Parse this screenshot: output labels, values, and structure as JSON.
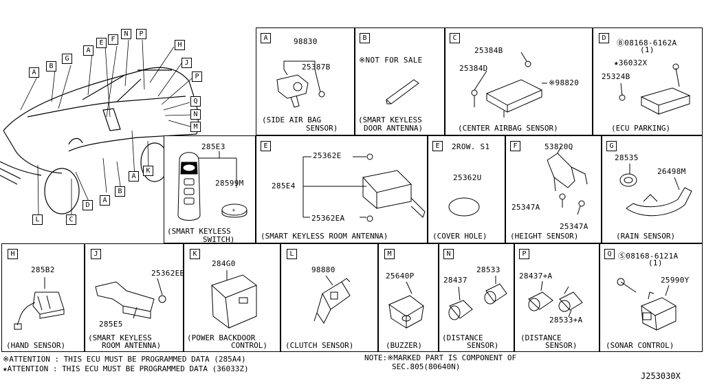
{
  "panels": {
    "A": {
      "letter": "A",
      "parts": [
        "98830",
        "25387B"
      ],
      "caption_l1": "(SIDE AIR BAG",
      "caption_l2": "SENSOR)"
    },
    "B": {
      "letter": "B",
      "note": "※NOT FOR SALE",
      "caption_l1": "(SMART KEYLESS",
      "caption_l2": "DOOR ANTENNA)"
    },
    "C": {
      "letter": "C",
      "parts": [
        "25384B",
        "25384D",
        "※98820"
      ],
      "caption_l1": "(CENTER AIRBAG SENSOR)"
    },
    "D": {
      "letter": "D",
      "parts": [
        "Ⓑ08168-6162A",
        "(1)",
        "★36032X",
        "25324B"
      ],
      "caption_l1": "(ECU PARKING)"
    },
    "KEY": {
      "parts": [
        "285E3",
        "28599M"
      ],
      "caption_l1": "(SMART KEYLESS",
      "caption_l2": "SWITCH)"
    },
    "E": {
      "letter": "E",
      "parts": [
        "25362E",
        "285E4",
        "25362EA"
      ],
      "caption_l1": "(SMART KEYLESS ROOM ANTENNA)"
    },
    "E2": {
      "letter": "E",
      "parts": [
        "2ROW. S1",
        "25362U"
      ],
      "caption_l1": "(COVER HOLE)"
    },
    "F": {
      "letter": "F",
      "parts": [
        "53820Q",
        "25347A",
        "25347A"
      ],
      "caption_l1": "(HEIGHT SENSOR)"
    },
    "G": {
      "letter": "G",
      "parts": [
        "28535",
        "26498M"
      ],
      "caption_l1": "(RAIN SENSOR)"
    },
    "H": {
      "letter": "H",
      "parts": [
        "285B2"
      ],
      "caption_l1": "(HAND SENSOR)"
    },
    "J": {
      "letter": "J",
      "parts": [
        "25362EB",
        "285E5"
      ],
      "caption_l1": "(SMART KEYLESS",
      "caption_l2": "ROOM ANTENNA)"
    },
    "K": {
      "letter": "K",
      "parts": [
        "284G0"
      ],
      "caption_l1": "(POWER BACKDOOR",
      "caption_l2": "CONTROL)"
    },
    "L": {
      "letter": "L",
      "parts": [
        "98880"
      ],
      "caption_l1": "(CLUTCH SENSOR)"
    },
    "M": {
      "letter": "M",
      "parts": [
        "25640P"
      ],
      "caption_l1": "(BUZZER)"
    },
    "N": {
      "letter": "N",
      "parts": [
        "28437",
        "28533"
      ],
      "caption_l1": "(DISTANCE",
      "caption_l2": "SENSOR)"
    },
    "P": {
      "letter": "P",
      "parts": [
        "28437+A",
        "28533+A"
      ],
      "caption_l1": "(DISTANCE",
      "caption_l2": "SENSOR)"
    },
    "Q": {
      "letter": "Q",
      "parts": [
        "Ⓢ08168-6121A",
        "(1)",
        "25990Y"
      ],
      "caption_l1": "(SONAR CONTROL)"
    }
  },
  "car_callouts": [
    "A",
    "B",
    "G",
    "E",
    "F",
    "N",
    "P",
    "H",
    "J",
    "P",
    "Q",
    "N",
    "M",
    "A",
    "B",
    "D",
    "A",
    "K",
    "L",
    "C"
  ],
  "footer": {
    "line1": "※ATTENTION : THIS ECU MUST BE PROGRAMMED DATA (285A4)",
    "line2": "★ATTENTION : THIS ECU MUST BE PROGRAMMED DATA (36033Z)",
    "note1": "NOTE:※MARKED PART IS COMPONENT OF",
    "note2": "SEC.805(80640N)",
    "code": "J253030X"
  }
}
